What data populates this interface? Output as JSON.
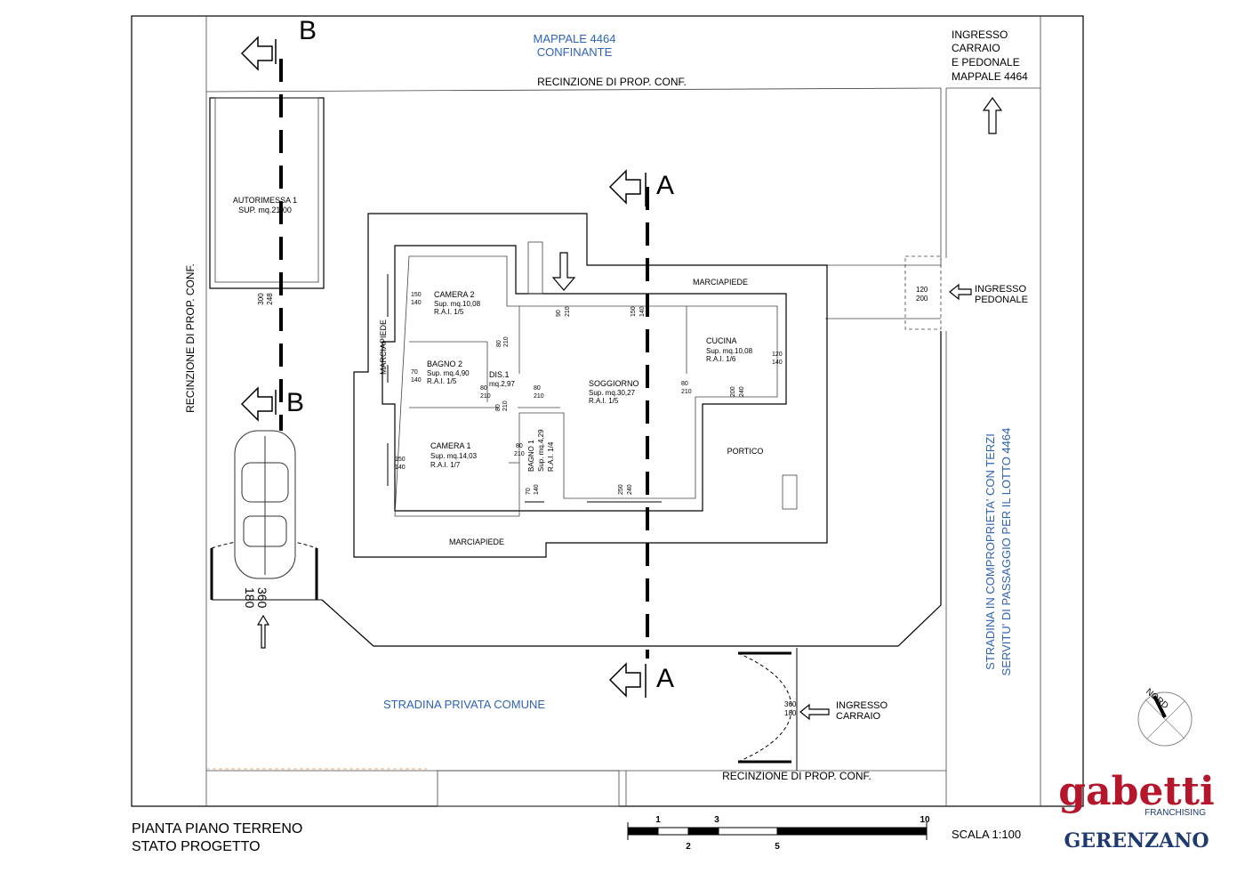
{
  "labels": {
    "mappale_top_1": "MAPPALE 4464",
    "mappale_top_2": "CONFINANTE",
    "ingresso_1": "INGRESSO",
    "ingresso_2": "CARRAIO",
    "ingresso_3": "E PEDONALE",
    "ingresso_4": "MAPPALE 4464",
    "recinzione_top": "RECINZIONE DI PROP. CONF.",
    "recinzione_left": "RECINZIONE DI PROP. CONF.",
    "recinzione_bottom": "RECINZIONE DI PROP. CONF.",
    "autorimessa_1": "AUTORIMESSA 1",
    "autorimessa_2": "SUP. mq.21,00",
    "marciapiede_top": "MARCIAPIEDE",
    "marciapiede_left": "MARCIAPIEDE",
    "marciapiede_bottom": "MARCIAPIEDE",
    "ingresso_pedonale_1": "INGRESSO",
    "ingresso_pedonale_2": "PEDONALE",
    "portico": "PORTICO",
    "stradina_privata": "STRADINA PRIVATA COMUNE",
    "ingresso_carraio_1": "INGRESSO",
    "ingresso_carraio_2": "CARRAIO",
    "stradina_right_1": "STRADINA IN COMPROPRIETA' CON TERZI",
    "stradina_right_2": "SERVITU' DI PASSAGGIO PER  IL LOTTO 4464",
    "nord": "NORD",
    "section_a": "A",
    "section_b": "B"
  },
  "rooms": {
    "camera2": {
      "name": "CAMERA 2",
      "sup": "Sup. mq.10,08",
      "rai": "R.A.I. 1/5"
    },
    "bagno2": {
      "name": "BAGNO 2",
      "sup": "Sup. mq.4,90",
      "rai": "R.A.I. 1/5"
    },
    "dis1": {
      "name": "DIS.1",
      "sup": "mq.2,97"
    },
    "camera1": {
      "name": "CAMERA 1",
      "sup": "Sup. mq.14,03",
      "rai": "R.A.I. 1/7"
    },
    "bagno1": {
      "name": "BAGNO 1",
      "sup": "Sup. mq.4,29",
      "rai": "R.A.I. 1/4"
    },
    "soggiorno": {
      "name": "SOGGIORNO",
      "sup": "Sup. mq.30,27",
      "rai": "R.A.I. 1/5"
    },
    "cucina": {
      "name": "CUCINA",
      "sup": "Sup. mq.10,08",
      "rai": "R.A.I. 1/6"
    }
  },
  "openings": {
    "gar_a": "300",
    "gar_b": "248",
    "c2w_a": "150",
    "c2w_b": "140",
    "c2d_a": "80",
    "c2d_b": "210",
    "b2w_a": "70",
    "b2w_b": "140",
    "b2d_a": "80",
    "b2d_b": "210",
    "disd_a": "80",
    "disd_b": "210",
    "entr_a": "90",
    "entr_b": "210",
    "sogw_a": "150",
    "sogw_b": "140",
    "cucw_a": "120",
    "cucw_b": "140",
    "cucd_a": "80",
    "cucd_b": "210",
    "cucp_a": "200",
    "cucp_b": "240",
    "c1d_a": "80",
    "c1d_b": "210",
    "c1w_a": "150",
    "c1w_b": "140",
    "b1d_a": "80",
    "b1d_b": "210",
    "b1w_a": "70",
    "b1w_b": "140",
    "sogp_a": "250",
    "sogp_b": "240",
    "ped_a": "120",
    "ped_b": "200",
    "car_a": "360",
    "car_b": "180",
    "gate_a": "360",
    "gate_b": "180"
  },
  "footer": {
    "title_1": "PIANTA PIANO TERRENO",
    "title_2": "STATO PROGETTO",
    "scale": "SCALA 1:100",
    "scale_ticks_top": [
      "1",
      "3",
      "10"
    ],
    "scale_ticks_bottom": [
      "2",
      "5"
    ]
  },
  "logo": {
    "brand": "gabetti",
    "sub": "FRANCHISING",
    "city": "GERENZANO"
  },
  "colors": {
    "blue_text": "#2f63b5",
    "logo_red": "#b5162b",
    "logo_navy": "#1e3a6e"
  }
}
